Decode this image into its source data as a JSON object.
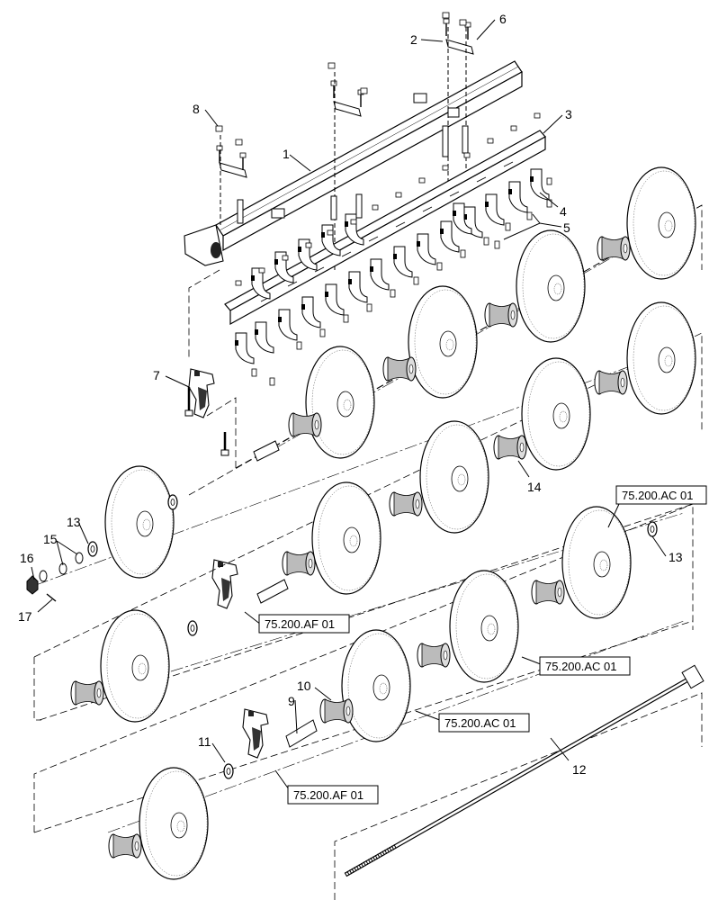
{
  "callouts": {
    "c1": "1",
    "c2": "2",
    "c3": "3",
    "c4": "4",
    "c5": "5",
    "c6": "6",
    "c7": "7",
    "c8": "8",
    "c9": "9",
    "c10": "10",
    "c11": "11",
    "c12": "12",
    "c13a": "13",
    "c13b": "13",
    "c14": "14",
    "c15": "15",
    "c16": "16",
    "c17": "17"
  },
  "refs": {
    "ac1": "75.200.AC 01",
    "ac2": "75.200.AC 01",
    "ac3": "75.200.AC 01",
    "af1": "75.200.AF 01",
    "af2": "75.200.AF 01"
  }
}
